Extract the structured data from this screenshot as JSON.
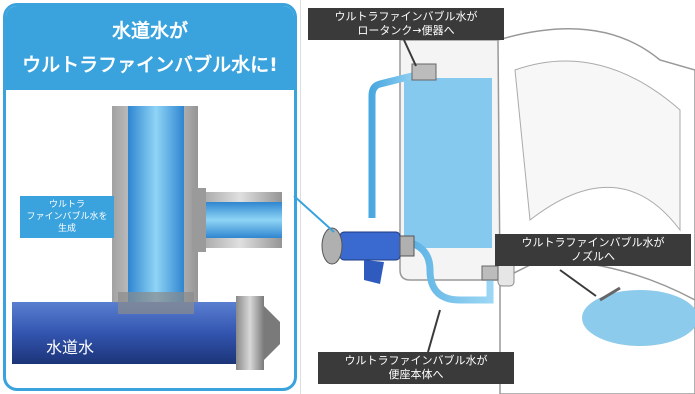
{
  "left_panel": {
    "title_line1": "水道水が",
    "title_line2": "ウルトラファインバブル水に!",
    "callout": [
      "ウルトラ",
      "ファインバブル水を",
      "生成"
    ],
    "tap_water_label": "水道水"
  },
  "right_panel": {
    "label_tank": [
      "ウルトラファインバブル水が",
      "ロータンク→便器へ"
    ],
    "label_nozzle": [
      "ウルトラファインバブル水が",
      "ノズルへ"
    ],
    "label_seat": [
      "ウルトラファインバブル水が",
      "便座本体へ"
    ]
  },
  "colors": {
    "accent": "#3aa3de",
    "label_bg": "#3a3a3a",
    "water": "#6ec3ee",
    "pipe_dark": "#2b4fa0"
  }
}
